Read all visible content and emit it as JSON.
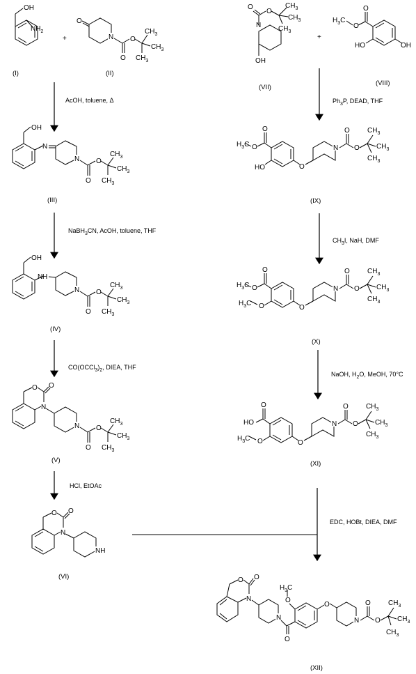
{
  "compounds": [
    {
      "id": "I",
      "label": "(I)"
    },
    {
      "id": "II",
      "label": "(II)"
    },
    {
      "id": "III",
      "label": "(III)"
    },
    {
      "id": "IV",
      "label": "(IV)"
    },
    {
      "id": "V",
      "label": "(V)"
    },
    {
      "id": "VI",
      "label": "(VI)"
    },
    {
      "id": "VII",
      "label": "(VII)"
    },
    {
      "id": "VIII",
      "label": "(VIII)"
    },
    {
      "id": "IX",
      "label": "(IX)"
    },
    {
      "id": "X",
      "label": "(X)"
    },
    {
      "id": "XI",
      "label": "(XI)"
    },
    {
      "id": "XII",
      "label": "(XII)"
    }
  ],
  "operators": {
    "plus": "+"
  },
  "atoms": {
    "OH": "OH",
    "O": "O",
    "N": "N",
    "NH": "NH",
    "NH2": "NH2",
    "H": "H",
    "HO": "HO",
    "CH3": "CH3",
    "H3C": "H3C",
    "N_eq": "N"
  },
  "conditions": [
    {
      "step": "I+II→III",
      "text": "AcOH, toluene, Δ"
    },
    {
      "step": "III→IV",
      "text": "NaBH3CN, AcOH, toluene, THF"
    },
    {
      "step": "IV→V",
      "text": "CO(OCCl3)2, DIEA, THF"
    },
    {
      "step": "V→VI",
      "text": "HCl, EtOAc"
    },
    {
      "step": "VII+VIII→IX",
      "text": "Ph3P, DEAD, THF"
    },
    {
      "step": "IX→X",
      "text": "CH3I, NaH, DMF"
    },
    {
      "step": "X→XI",
      "text": "NaOH, H2O, MeOH, 70°C"
    },
    {
      "step": "VI+XI→XII",
      "text": "EDC, HOBt, DIEA, DMF"
    }
  ]
}
